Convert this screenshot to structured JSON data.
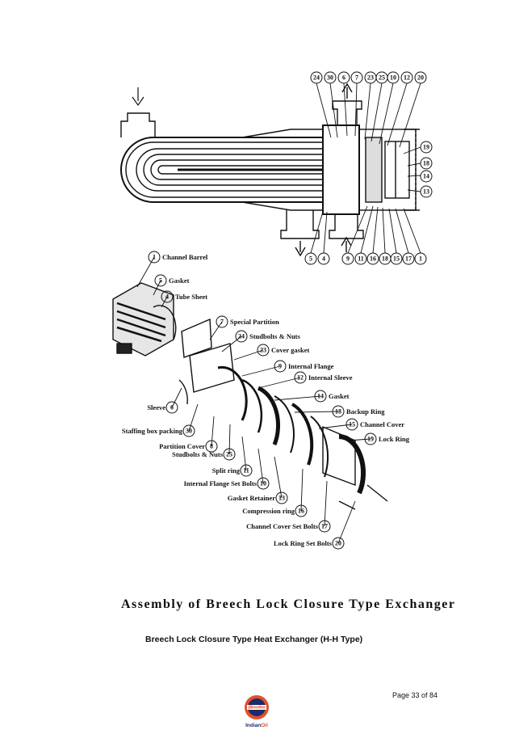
{
  "figure": {
    "title": "Assembly of Breech Lock Closure Type Exchanger",
    "callouts_top": [
      "24",
      "30",
      "6",
      "7",
      "23",
      "25",
      "10",
      "12",
      "20"
    ],
    "callouts_right": [
      "19",
      "18",
      "14",
      "13"
    ],
    "callouts_bottom": [
      "5",
      "4",
      "9",
      "11",
      "16",
      "18",
      "15",
      "17",
      "1"
    ],
    "parts": [
      {
        "num": "1",
        "label": "Channel Barrel"
      },
      {
        "num": "5",
        "label": "Gasket"
      },
      {
        "num": "4",
        "label": "Tube Sheet"
      },
      {
        "num": "7",
        "label": "Special Partition"
      },
      {
        "num": "24",
        "label": "Studbolts & Nuts"
      },
      {
        "num": "23",
        "label": "Cover gasket"
      },
      {
        "num": "9",
        "label": "Internal Flange"
      },
      {
        "num": "12",
        "label": "Internal Sleeve"
      },
      {
        "num": "14",
        "label": "Gasket"
      },
      {
        "num": "18",
        "label": "Backup Ring"
      },
      {
        "num": "15",
        "label": "Channel Cover"
      },
      {
        "num": "19",
        "label": "Lock Ring"
      },
      {
        "num": "6",
        "label": "Sleeve"
      },
      {
        "num": "30",
        "label": "Staffing box packing"
      },
      {
        "num": "8",
        "label": "Partition Cover"
      },
      {
        "num": "25",
        "label": "Studbolts & Nuts"
      },
      {
        "num": "11",
        "label": "Split ring"
      },
      {
        "num": "10",
        "label": "Internal Flange Set Bolts"
      },
      {
        "num": "13",
        "label": "Gasket Retainer"
      },
      {
        "num": "16",
        "label": "Compression ring"
      },
      {
        "num": "17",
        "label": "Channel Cover Set Bolts"
      },
      {
        "num": "20",
        "label": "Lock Ring Set Bolts"
      }
    ]
  },
  "caption": "Breech Lock Closure Type Heat Exchanger (H-H Type)",
  "page_number": "Page 33 of 84",
  "logo": {
    "brand_text": "IndianOil",
    "badge_text": "इंडियनऑयल",
    "colors": {
      "ring": "#e2502b",
      "disc": "#1d2a6b",
      "text_blue": "#1d2a6b",
      "text_orange": "#e2502b"
    }
  }
}
